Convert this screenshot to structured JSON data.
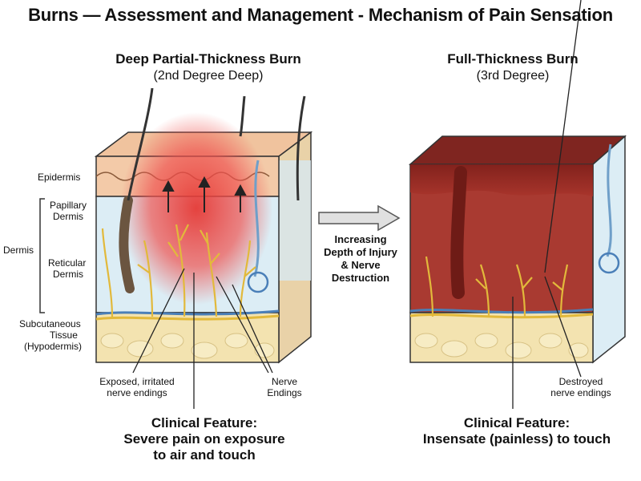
{
  "title": "Burns — Assessment and Management - Mechanism of Pain Sensation",
  "left_panel": {
    "title": "Deep Partial-Thickness Burn",
    "subtitle": "(2nd Degree Deep)",
    "labels": {
      "epidermis": "Epidermis",
      "papillary_1": "Papillary",
      "papillary_2": "Dermis",
      "dermis": "Dermis",
      "reticular_1": "Reticular",
      "reticular_2": "Dermis",
      "subcut_1": "Subcutaneous",
      "subcut_2": "Tissue",
      "subcut_3": "(Hypodermis)"
    },
    "callout_exposed_1": "Exposed, irritated",
    "callout_exposed_2": "nerve endings",
    "callout_nerve_1": "Nerve",
    "callout_nerve_2": "Endings",
    "clinical_heading": "Clinical Feature:",
    "clinical_line_1": "Severe pain on exposure",
    "clinical_line_2": "to air and touch"
  },
  "transition": {
    "line_1": "Increasing",
    "line_2": "Depth of Injury",
    "line_3": "& Nerve",
    "line_4": "Destruction"
  },
  "right_panel": {
    "title": "Full-Thickness Burn",
    "subtitle": "(3rd Degree)",
    "callout_destroyed_1": "Destroyed",
    "callout_destroyed_2": "nerve endings",
    "clinical_heading": "Clinical Feature:",
    "clinical_line_1": "Insensate (painless) to touch"
  },
  "colors": {
    "skin_top": "#f2c9a6",
    "dermis_bg": "#dcedf5",
    "fat": "#f3e3b0",
    "burn_red": "#e53935",
    "charred": "#9c2a23",
    "nerve": "#e2b93b"
  }
}
